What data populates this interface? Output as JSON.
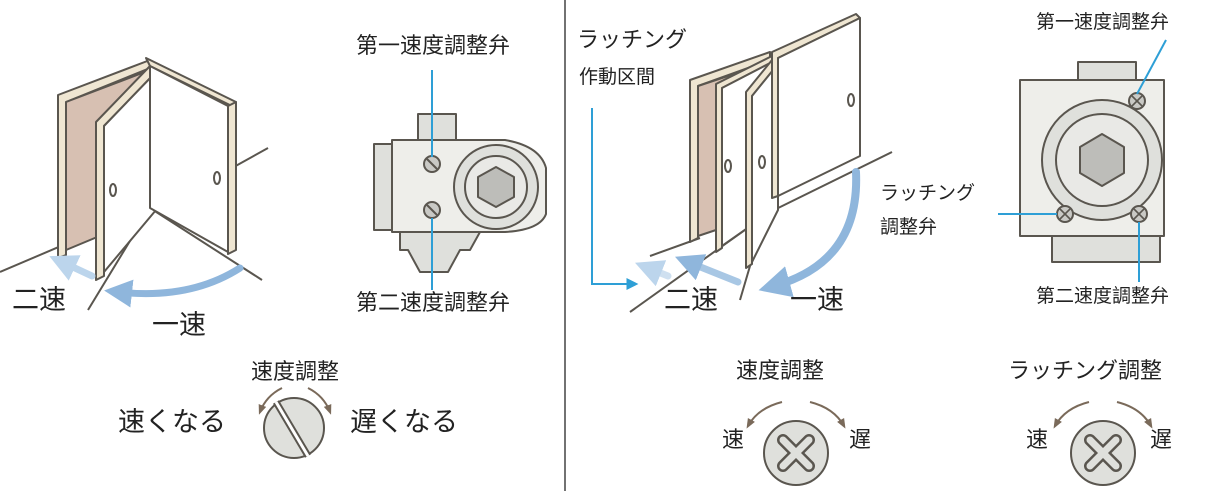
{
  "left_panel": {
    "valve_first_label": "第一速度調整弁",
    "valve_second_label": "第二速度調整弁",
    "speed_second_label": "二速",
    "speed_first_label": "一速",
    "adjust_title": "速度調整",
    "faster_label": "速くなる",
    "slower_label": "遅くなる"
  },
  "right_panel": {
    "latching_zone_label_line1": "ラッチング",
    "latching_zone_label_line2": "作動区間",
    "speed_second_label": "二速",
    "speed_first_label": "一速",
    "latching_valve_label_line1": "ラッチング",
    "latching_valve_label_line2": "調整弁",
    "valve_first_label": "第一速度調整弁",
    "valve_second_label": "第二速度調整弁",
    "speed_adjust_title": "速度調整",
    "speed_fast": "速",
    "speed_slow": "遅",
    "latch_adjust_title": "ラッチング調整",
    "latch_fast": "速",
    "latch_slow": "遅"
  },
  "colors": {
    "arrow_blue": "#8fb6dc",
    "leader_blue": "#2e9fd6",
    "door_frame": "#efe6d2",
    "door_inner": "#d7c0b2",
    "metal": "#dfe0dc",
    "outline": "#5a564f"
  }
}
